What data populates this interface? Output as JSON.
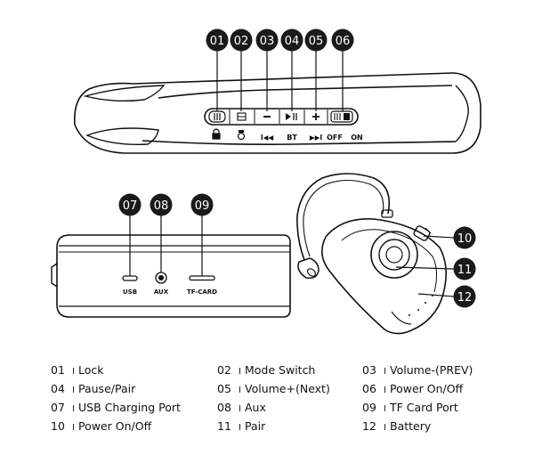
{
  "callouts": {
    "c01": "01",
    "c02": "02",
    "c03": "03",
    "c04": "04",
    "c05": "05",
    "c06": "06",
    "c07": "07",
    "c08": "08",
    "c09": "09",
    "c10": "10",
    "c11": "11",
    "c12": "12"
  },
  "top_view": {
    "icon_labels": {
      "skip_back": "I◀◀",
      "bt": "BT",
      "skip_forward": "▶▶I",
      "off": "OFF",
      "on": "ON"
    }
  },
  "side_view": {
    "port_labels": {
      "usb": "USB",
      "aux": "AUX",
      "tf_card": "TF-CARD"
    }
  },
  "legend": {
    "separator": "I",
    "items": [
      {
        "num": "01",
        "label": "Lock"
      },
      {
        "num": "02",
        "label": "Mode Switch"
      },
      {
        "num": "03",
        "label": "Volume-(PREV)"
      },
      {
        "num": "04",
        "label": "Pause/Pair"
      },
      {
        "num": "05",
        "label": "Volume+(Next)"
      },
      {
        "num": "06",
        "label": "Power On/Off"
      },
      {
        "num": "07",
        "label": "USB Charging Port"
      },
      {
        "num": "08",
        "label": "Aux"
      },
      {
        "num": "09",
        "label": "TF Card Port"
      },
      {
        "num": "10",
        "label": "Power On/Off"
      },
      {
        "num": "11",
        "label": "Pair"
      },
      {
        "num": "12",
        "label": "Battery"
      }
    ]
  }
}
